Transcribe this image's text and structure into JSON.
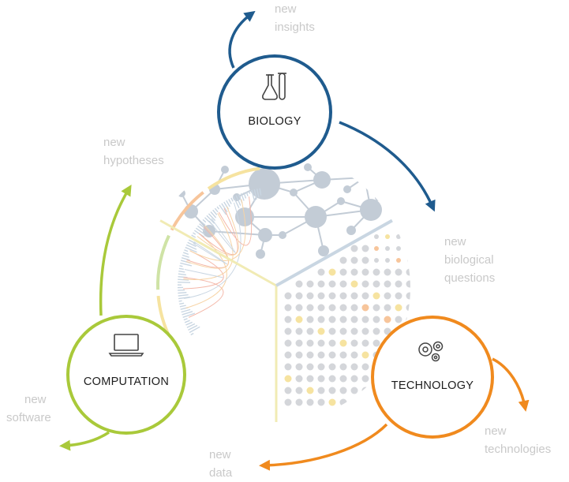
{
  "nodes": {
    "biology": {
      "label": "BIOLOGY",
      "color": "#1f5b8e",
      "icon": "lab-flask-icon"
    },
    "technology": {
      "label": "TECHNOLOGY",
      "color": "#f08a1e",
      "icon": "gears-icon"
    },
    "computation": {
      "label": "COMPUTATION",
      "color": "#a9c93a",
      "icon": "laptop-icon"
    }
  },
  "outputs": {
    "insights": [
      "new",
      "insights"
    ],
    "questions": [
      "new",
      "biological",
      "questions"
    ],
    "technologies": [
      "new",
      "technologies"
    ],
    "data": [
      "new",
      "data"
    ],
    "software": [
      "new",
      "software"
    ],
    "hypotheses": [
      "new",
      "hypotheses"
    ]
  },
  "colors": {
    "label_gray": "#c9c9c9",
    "network_gray": "#c3ccd6",
    "dot_gray": "#d4d6da",
    "dot_yellow": "#f6e3a0",
    "dot_orange": "#f7c59b",
    "divider_blue": "#c9d6e2",
    "divider_yellow": "#f1ebb4"
  }
}
